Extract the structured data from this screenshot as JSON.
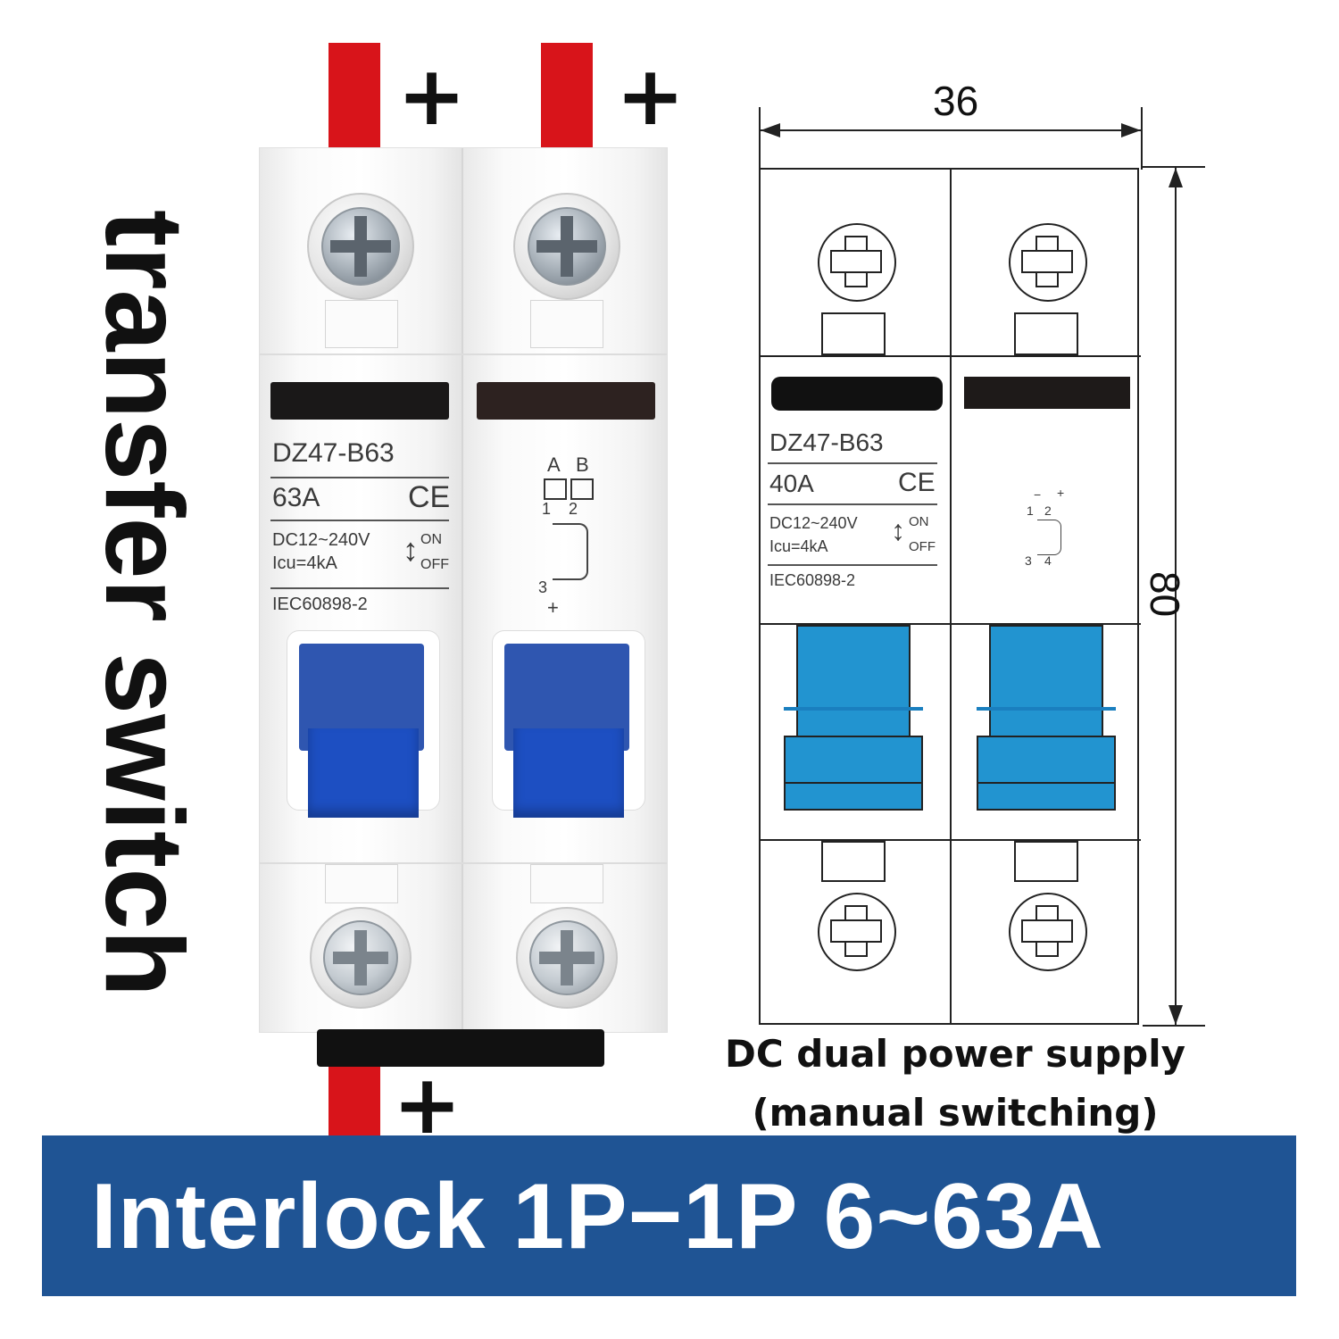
{
  "vertical_title": "transfer switch",
  "wires": {
    "plus_symbol": "+"
  },
  "breaker_photo": {
    "model": "DZ47-B63",
    "rating": "63A",
    "ce_mark": "CE",
    "voltage": "DC12~240V",
    "breaking_capacity": "Icu=4kA",
    "on_label": "ON",
    "off_label": "OFF",
    "standard": "IEC60898-2",
    "diagram_labels": {
      "a": "A",
      "b": "B",
      "n1": "1",
      "n2": "2",
      "n3": "3",
      "plus": "+"
    }
  },
  "drawing": {
    "width_dim": "36",
    "height_dim": "80",
    "model": "DZ47-B63",
    "rating": "40A",
    "ce_mark": "CE",
    "voltage": "DC12~240V",
    "breaking_capacity": "Icu=4kA",
    "on_label": "ON",
    "off_label": "OFF",
    "standard": "IEC60898-2",
    "diagram_labels": {
      "minus": "−",
      "plus": "+",
      "n1": "1",
      "n2": "2",
      "n3": "3",
      "n4": "4"
    }
  },
  "caption": {
    "line1": "DC dual power supply",
    "line2": "(manual switching)"
  },
  "banner": {
    "text": "Interlock 1P−1P 6~63A",
    "color": "#1f5494"
  }
}
